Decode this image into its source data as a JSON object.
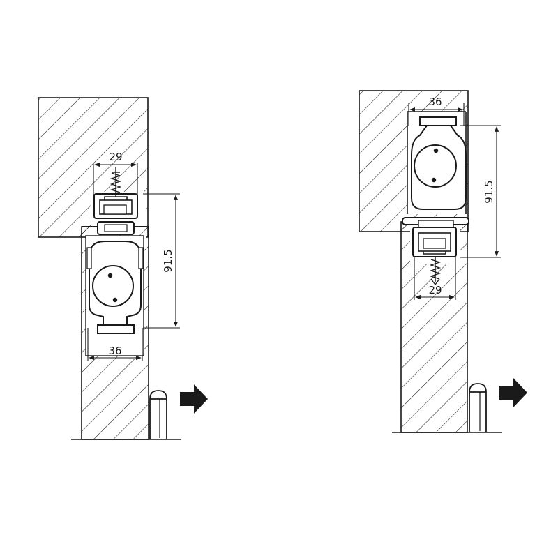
{
  "left_view": {
    "top_dim": "29",
    "height_dim": "91.5",
    "bottom_dim": "36"
  },
  "right_view": {
    "top_dim": "36",
    "height_dim": "91.5",
    "bottom_dim": "29"
  },
  "colors": {
    "line": "#1a1a1a",
    "background": "#ffffff"
  },
  "icons": [
    "arrow-right-icon",
    "screw-icon",
    "floor-guide-icon"
  ]
}
